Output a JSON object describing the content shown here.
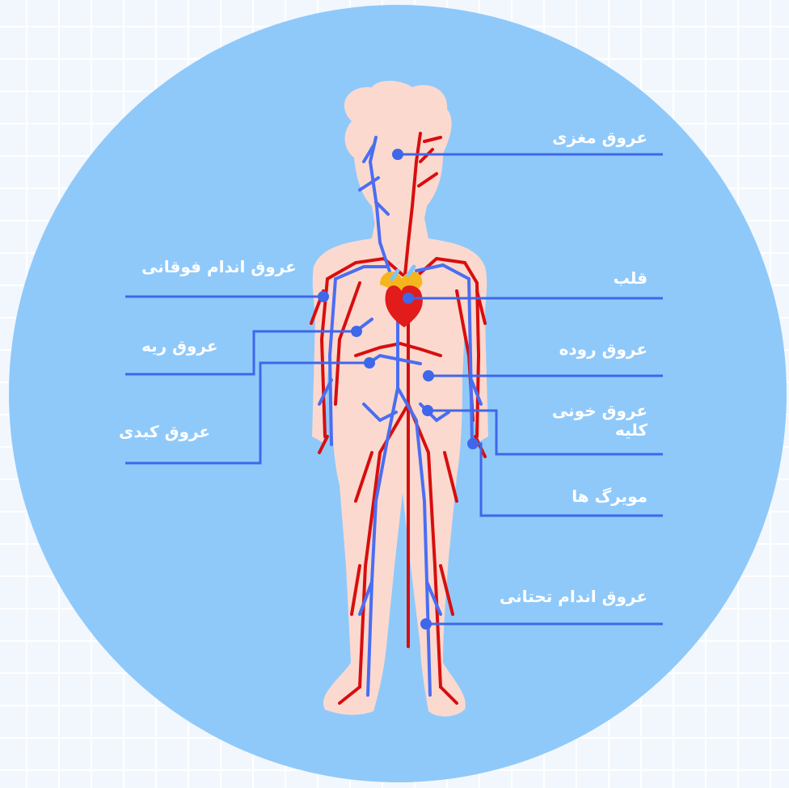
{
  "diagram": {
    "colors": {
      "background_circle": "#8fc9fa",
      "skin": "#fbd9cf",
      "artery": "#d80e0e",
      "vein": "#4a6ef2",
      "leader_line": "#3f67ea",
      "heart": "#e21b1b",
      "heart_top": "#f5b61d"
    },
    "labels": {
      "brain_vessels": "عروق مغزی",
      "upper_limb_vessels": "عروق اندام فوقانی",
      "heart": "قلب",
      "lung_vessels": "عروق ریه",
      "intestine_vessels": "عروق روده",
      "liver_vessels": "عروق کبدی",
      "kidney_vessels_line1": "عروق خونی",
      "kidney_vessels_line2": "کلیه",
      "capillaries": "مویرگ ها",
      "lower_limb_vessels": "عروق اندام تحتانی"
    }
  }
}
